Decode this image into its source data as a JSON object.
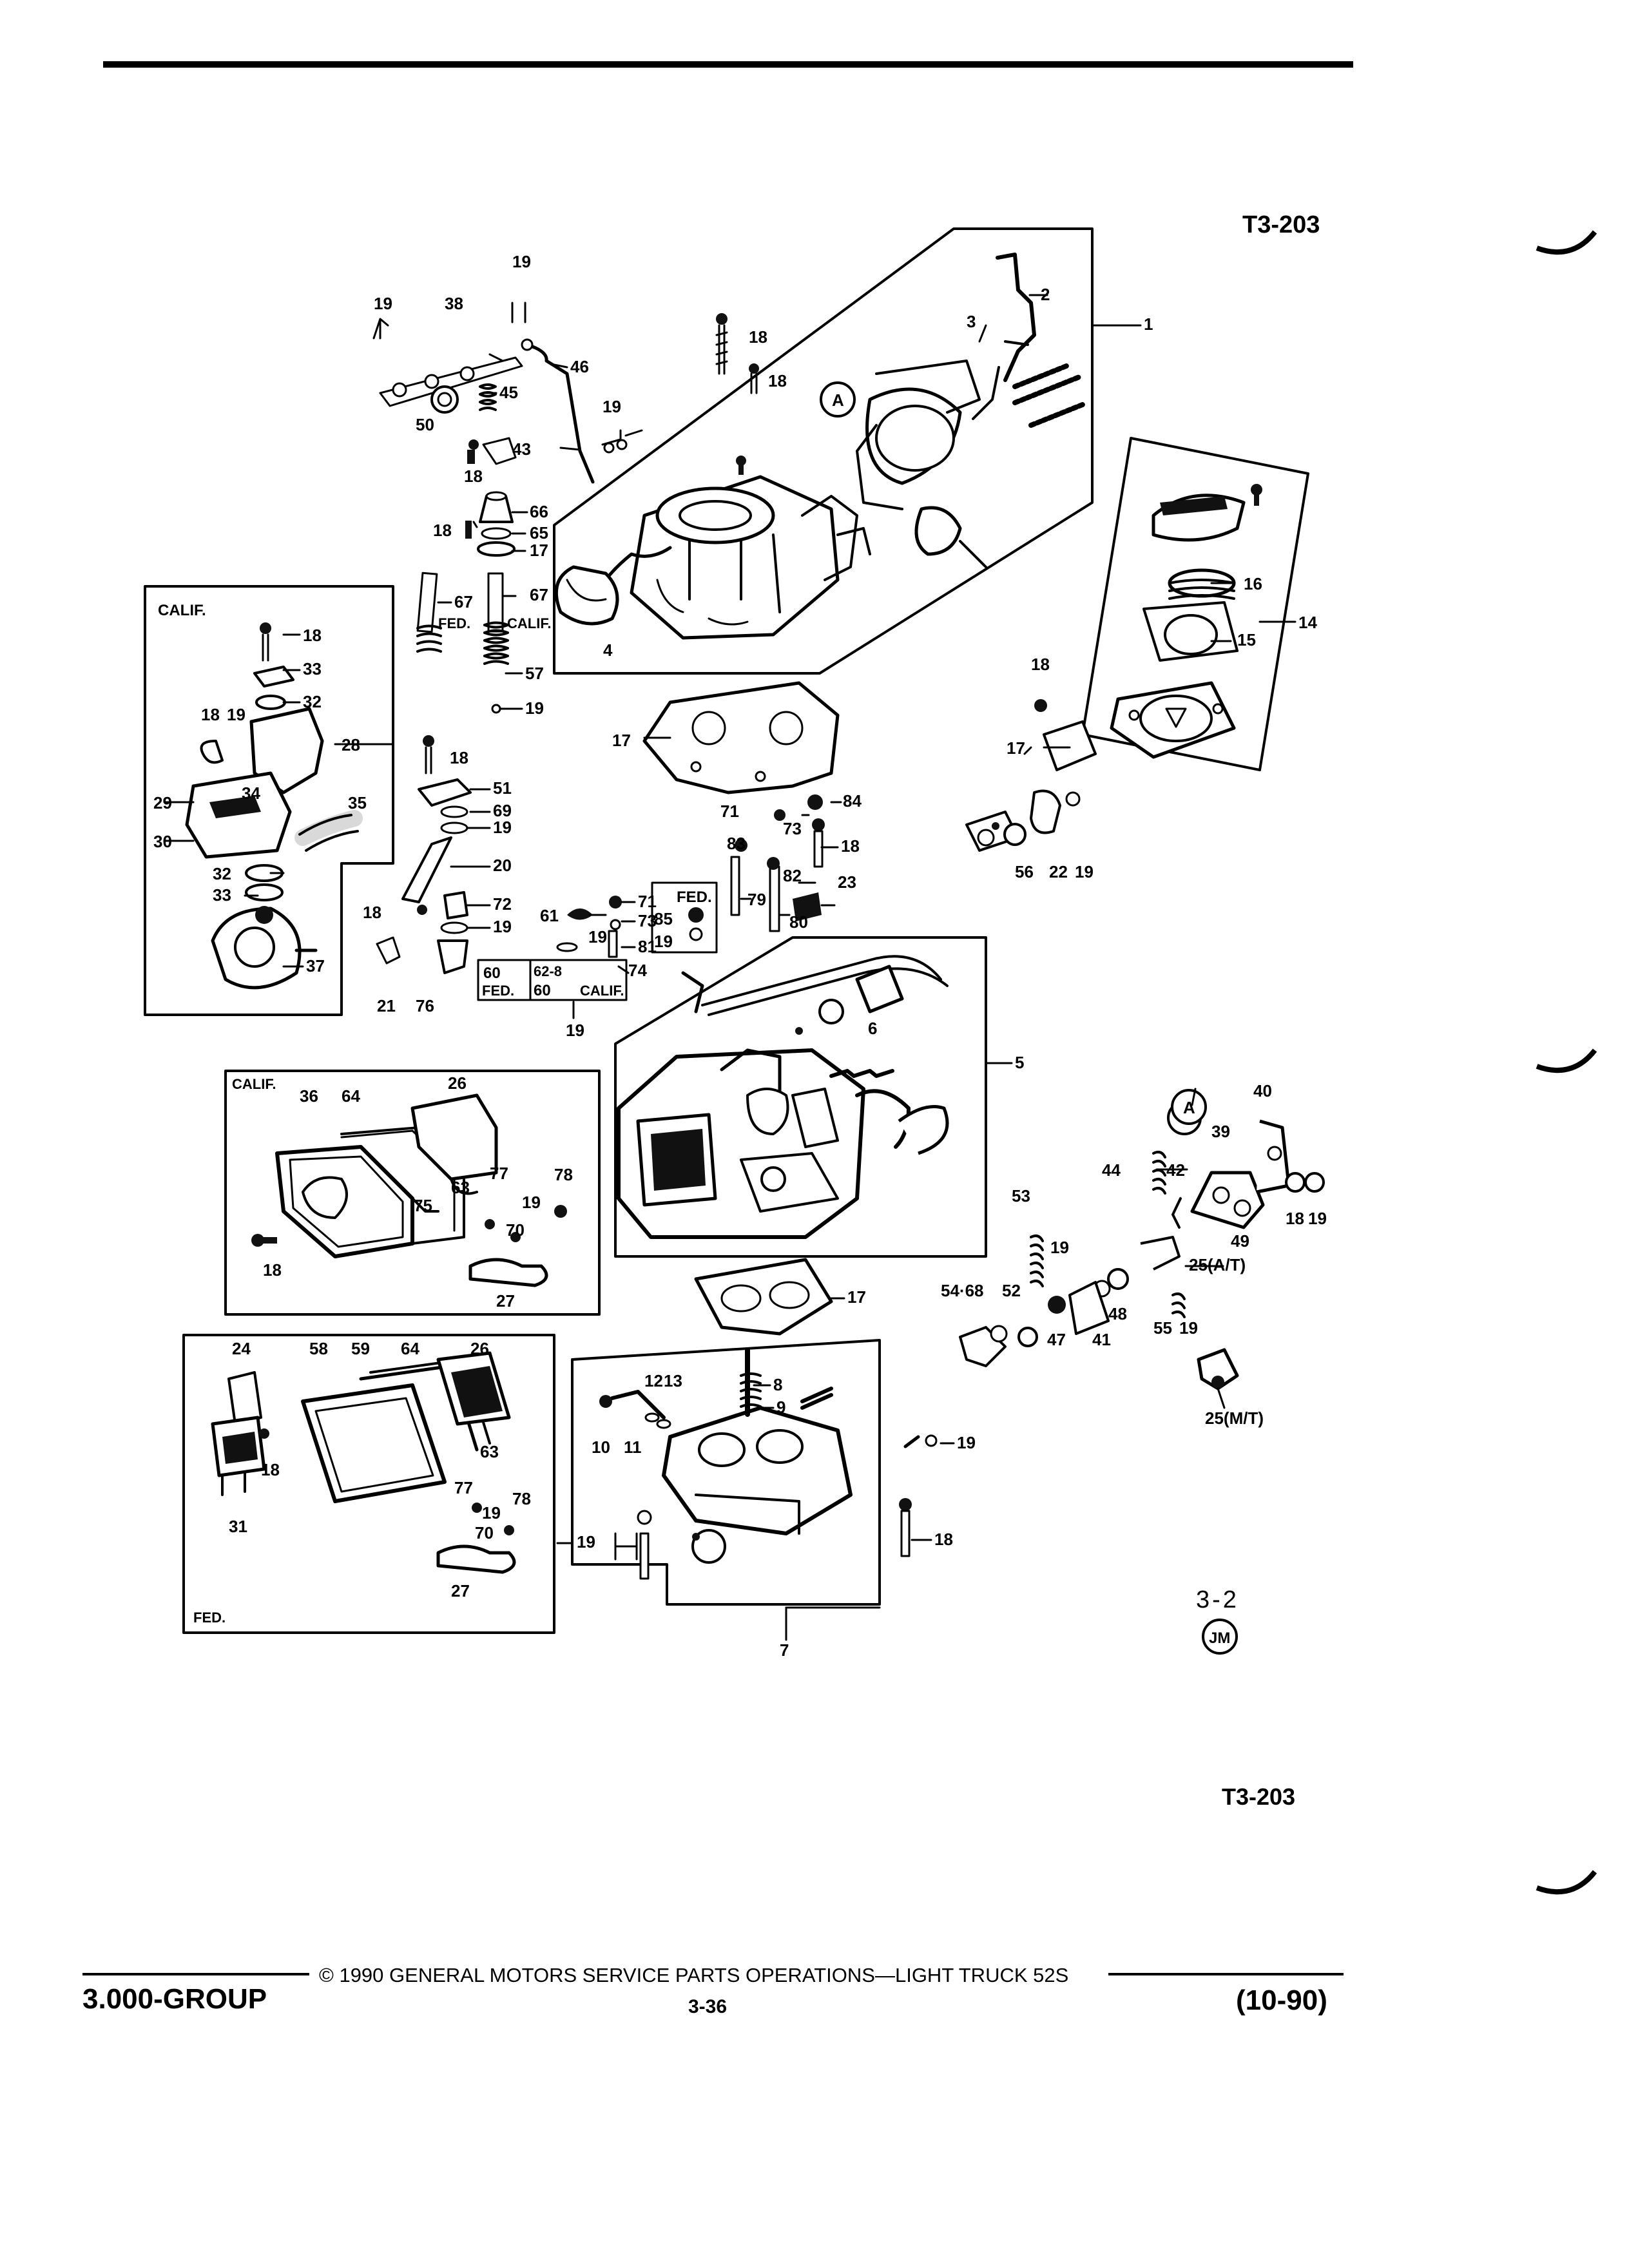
{
  "page": {
    "ref_top": "T3-203",
    "ref_bottom": "T3-203",
    "section_ref": "3-2",
    "supplier_mark": "JM",
    "copyright": "© 1990 GENERAL MOTORS SERVICE PARTS OPERATIONS—LIGHT TRUCK 52S",
    "group": "3.000-GROUP",
    "page_number": "3-36",
    "revision": "(10-90)"
  },
  "boxes": {
    "calif_upper": "CALIF.",
    "calif_lower": "CALIF.",
    "fed_lower": "FED.",
    "fed_small": "FED.",
    "fed_inline": "FED.",
    "calif_inline": "CALIF."
  },
  "callouts": {
    "c1": "1",
    "c2": "2",
    "c3": "3",
    "c4": "4",
    "c5": "5",
    "c6": "6",
    "c7": "7",
    "c8": "8",
    "c9": "9",
    "c10": "10",
    "c11": "11",
    "c12": "12",
    "c13": "13",
    "c14": "14",
    "c15": "15",
    "c16": "16",
    "c17": "17",
    "c18": "18",
    "c19": "19",
    "c20": "20",
    "c21": "21",
    "c22": "22",
    "c23": "23",
    "c24": "24",
    "c25at": "25(A/T)",
    "c25mt": "25(M/T)",
    "c26": "26",
    "c27": "27",
    "c28": "28",
    "c29": "29",
    "c30": "30",
    "c31": "31",
    "c32": "32",
    "c33": "33",
    "c34": "34",
    "c35": "35",
    "c36": "36",
    "c37": "37",
    "c38": "38",
    "c39": "39",
    "c40": "40",
    "c41": "41",
    "c42": "42",
    "c43": "43",
    "c44": "44",
    "c45": "45",
    "c46": "46",
    "c47": "47",
    "c48": "48",
    "c49": "49",
    "c50": "50",
    "c51": "51",
    "c52": "52",
    "c53": "53",
    "c5468": "54·68",
    "c55": "55",
    "c56": "56",
    "c57": "57",
    "c58": "58",
    "c59": "59",
    "c60": "60",
    "c61": "61",
    "c628": "62-8",
    "c63": "63",
    "c64": "64",
    "c65": "65",
    "c66": "66",
    "c67": "67",
    "c69": "69",
    "c70": "70",
    "c71": "71",
    "c72": "72",
    "c73": "73",
    "c74": "74",
    "c75": "75",
    "c76": "76",
    "c77": "77",
    "c78": "78",
    "c79": "79",
    "c80": "80",
    "c81": "81",
    "c82": "82",
    "c83": "83",
    "c84": "84",
    "c85": "85",
    "cA": "A"
  },
  "colors": {
    "ink": "#000000",
    "paper": "#ffffff"
  }
}
